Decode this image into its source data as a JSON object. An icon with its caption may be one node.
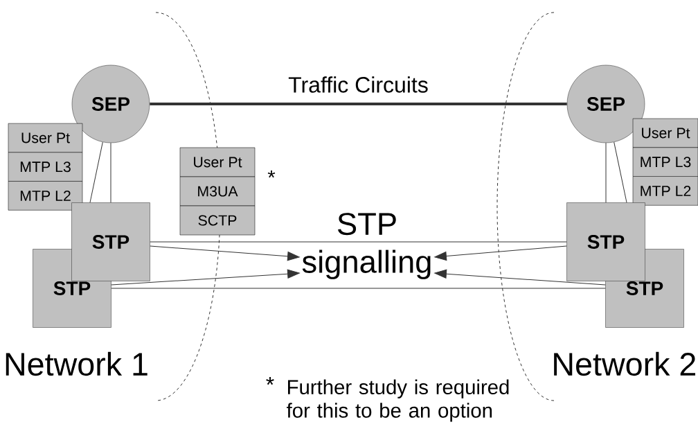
{
  "diagram": {
    "nodes": [
      {
        "text": [
          "SEP"
        ]
      },
      {
        "text": [
          "SEP"
        ]
      },
      {
        "text": [
          "User Pt"
        ]
      },
      {
        "text": [
          "MTP L3"
        ]
      },
      {
        "text": [
          "MTP L2"
        ]
      },
      {
        "text": [
          "User Pt"
        ]
      },
      {
        "text": [
          "M3UA"
        ]
      },
      {
        "text": [
          "SCTP"
        ]
      },
      {
        "text": [
          "User Pt"
        ]
      },
      {
        "text": [
          "MTP L3"
        ]
      },
      {
        "text": [
          "MTP L2"
        ]
      },
      {
        "text": [
          "STP"
        ]
      },
      {
        "text": [
          "STP"
        ]
      },
      {
        "text": [
          "STP signalling"
        ]
      },
      {
        "text": [
          "STP"
        ]
      },
      {
        "text": [
          "STP"
        ]
      }
    ],
    "edges": [
      {
        "from": 0,
        "to": 1,
        "arrow": "none",
        "style": "thick",
        "label": "Traffic Circuits"
      },
      {
        "from": 0,
        "to": 11,
        "arrow": "none"
      },
      {
        "from": 0,
        "to": 11,
        "arrow": "none"
      },
      {
        "from": 1,
        "to": 12,
        "arrow": "none"
      },
      {
        "from": 1,
        "to": 12,
        "arrow": "none"
      },
      {
        "from": 11,
        "to": 13,
        "arrow": "to"
      },
      {
        "from": 14,
        "to": 13,
        "arrow": "to"
      },
      {
        "from": 12,
        "to": 13,
        "arrow": "to"
      },
      {
        "from": 15,
        "to": 13,
        "arrow": "to"
      },
      {
        "from": 11,
        "to": 12,
        "arrow": "none"
      },
      {
        "from": 14,
        "to": 15,
        "arrow": "none"
      }
    ],
    "labels": [
      "*",
      "Network 1",
      "Network 2",
      "*",
      "Further study is required for this to be an option"
    ]
  }
}
